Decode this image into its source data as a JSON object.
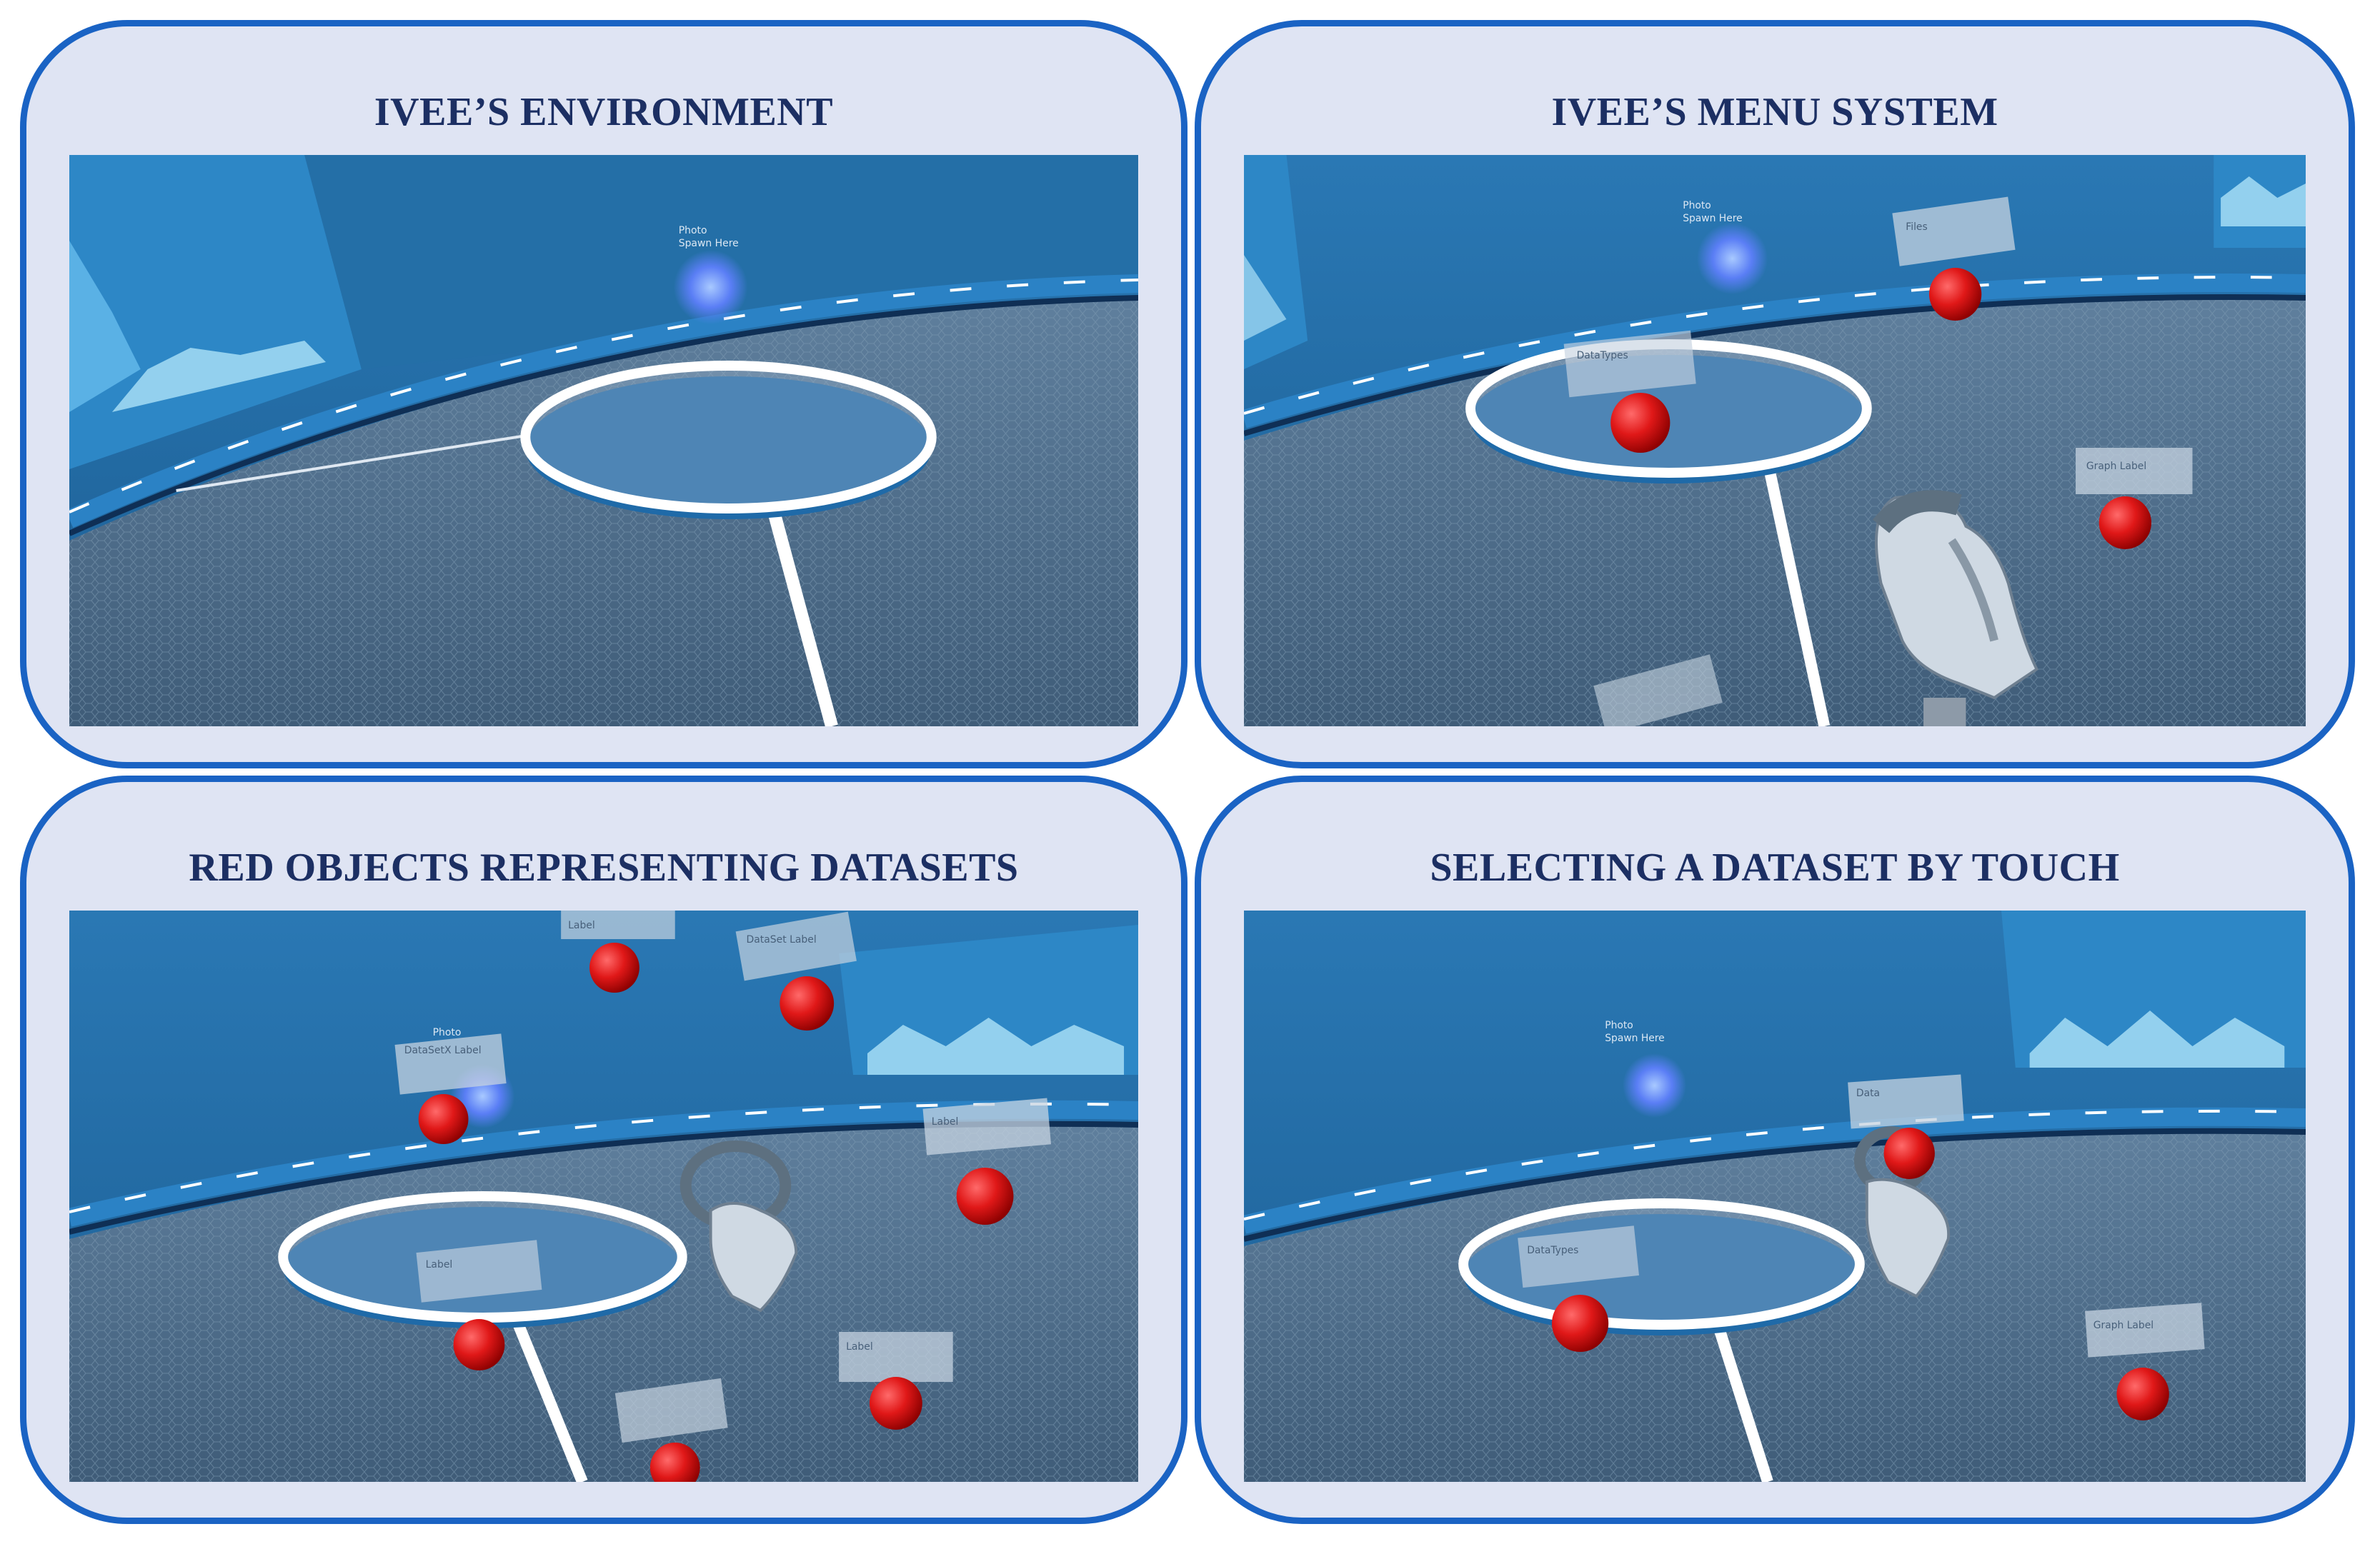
{
  "panels": [
    {
      "title": "IVEE’S ENVIRONMENT",
      "scene_labels": [
        "Photo Spawn Here"
      ]
    },
    {
      "title": "IVEE’S MENU SYSTEM",
      "scene_labels": [
        "Photo Spawn Here",
        "Files",
        "DataTypes",
        "Graph Label"
      ]
    },
    {
      "title": "RED OBJECTS REPRESENTING DATASETS",
      "scene_labels": [
        "Photo",
        "Label",
        "DataSetX Label",
        "DataSet Label",
        "Label",
        "Label",
        "Label"
      ]
    },
    {
      "title": "SELECTING A DATASET BY TOUCH",
      "scene_labels": [
        "Photo Spawn Here",
        "Data",
        "DataTypes",
        "Graph Label"
      ]
    }
  ],
  "colors": {
    "panel_border": "#1a63c4",
    "panel_fill": "#dfe4f3",
    "title": "#1c2f63",
    "dataset_sphere": "#e01818"
  },
  "icons": [
    "vr-controller-icon",
    "dataset-sphere-icon"
  ]
}
